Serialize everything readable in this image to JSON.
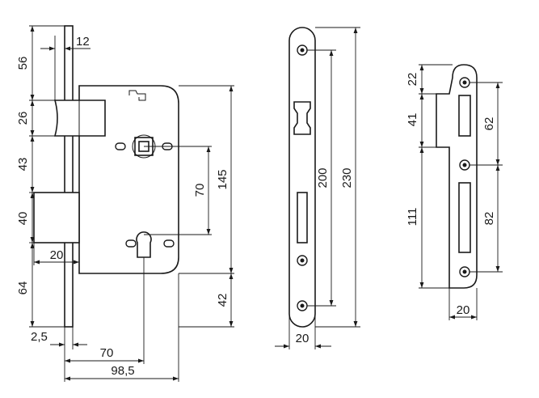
{
  "lock_body": {
    "dims": {
      "top_offset": "56",
      "faceplate_thickness": "12",
      "latch_height": "26",
      "latch_to_follower": "43",
      "bolt_height": "40",
      "bolt_throw": "20",
      "bottom_offset": "64",
      "faceplate_plate": "2,5",
      "backset_follower": "70",
      "body_height": "145",
      "follower_to_cylinder": "70",
      "cylinder_to_bottom": "42",
      "backset": "70",
      "body_depth": "98,5"
    }
  },
  "faceplate": {
    "dims": {
      "screw_pitch": "200",
      "total_length": "230",
      "width": "20"
    }
  },
  "strike_plate": {
    "dims": {
      "top": "22",
      "upper_step": "41",
      "lower_length": "111",
      "upper_pitch": "62",
      "lower_pitch": "82",
      "width": "20"
    }
  }
}
